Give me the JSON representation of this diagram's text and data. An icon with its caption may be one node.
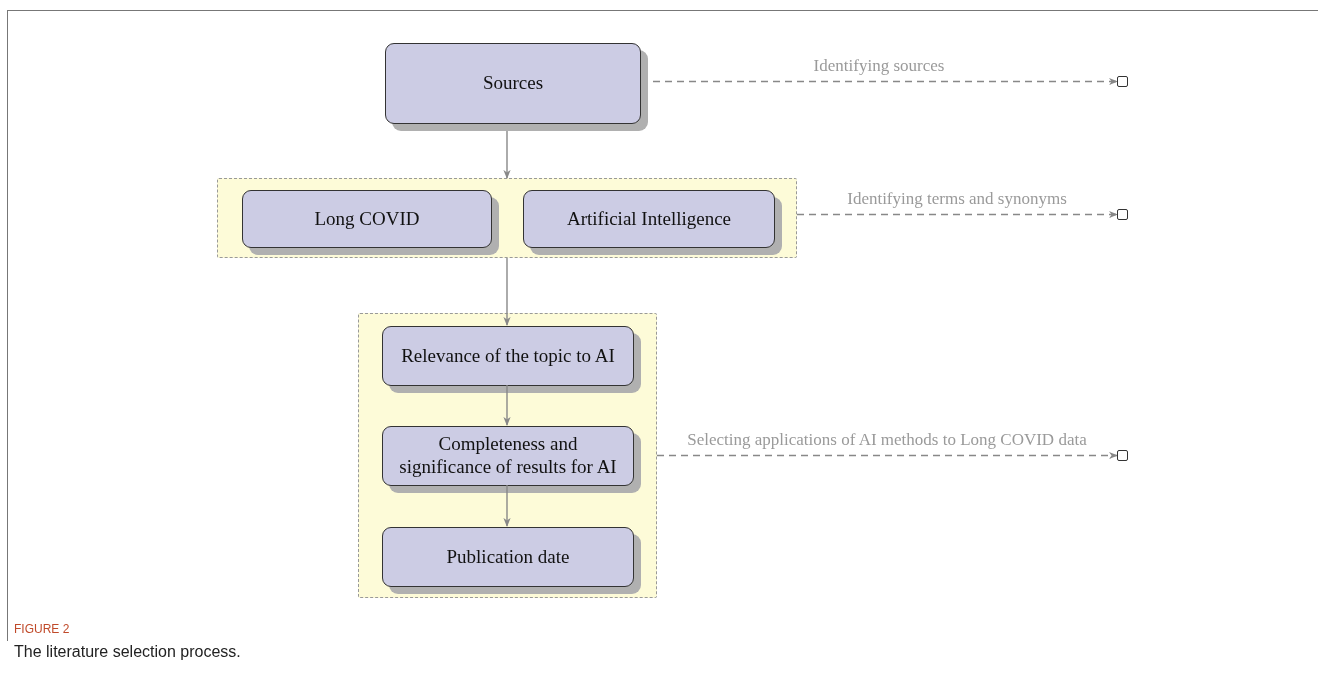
{
  "diagram": {
    "caption": "The literature selection process.",
    "nodes": [
      {
        "text": [
          "Sources"
        ]
      },
      {
        "text": [],
        "shape": "box"
      },
      {
        "text": [
          "Long COVID"
        ],
        "in": 1
      },
      {
        "text": [
          "Artificial Intelligence"
        ],
        "in": 1
      },
      {
        "text": [],
        "shape": "box"
      },
      {
        "text": [
          "Relevance of the topic to AI"
        ],
        "in": 4
      },
      {
        "text": [
          "Completeness and significance of results for AI"
        ],
        "in": 4
      },
      {
        "text": [
          "Publication date"
        ],
        "in": 4
      },
      {
        "text": [],
        "shape": "box"
      },
      {
        "text": [],
        "shape": "box"
      },
      {
        "text": [],
        "shape": "box"
      }
    ],
    "edges": [
      {
        "from": 0,
        "to": 1,
        "arrow": "to"
      },
      {
        "from": 1,
        "to": 5,
        "arrow": "to"
      },
      {
        "from": 5,
        "to": 6,
        "arrow": "to"
      },
      {
        "from": 6,
        "to": 7,
        "arrow": "to"
      },
      {
        "from": 0,
        "to": 8,
        "arrow": "to",
        "style": "dashed",
        "label": "Identifying sources"
      },
      {
        "from": 1,
        "to": 9,
        "arrow": "to",
        "style": "dashed",
        "label": "Identifying terms and synonyms"
      },
      {
        "from": 4,
        "to": 10,
        "arrow": "to",
        "style": "dashed",
        "label": "Selecting applications of AI methods to Long COVID data"
      }
    ],
    "labels": [
      "FIGURE 2"
    ]
  }
}
